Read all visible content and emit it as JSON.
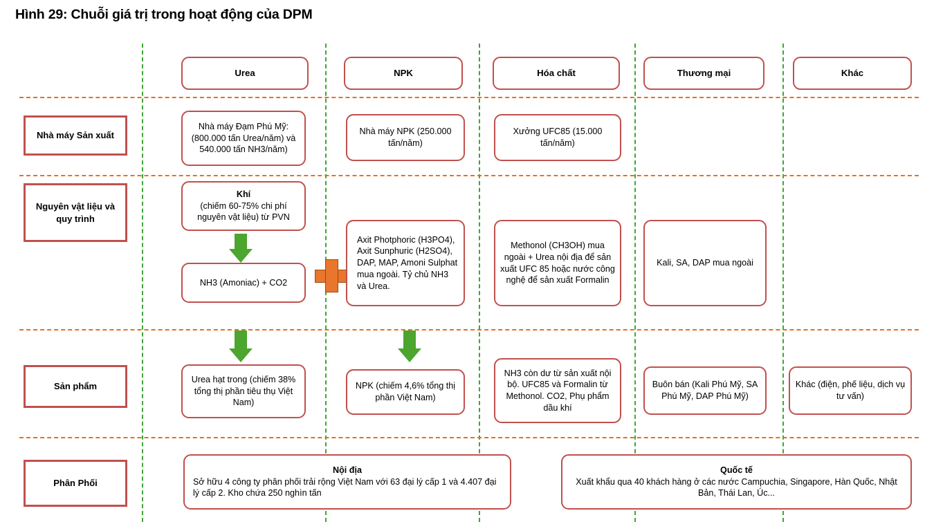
{
  "title": "Hình 29: Chuỗi giá trị trong hoạt động của DPM",
  "colors": {
    "box_border": "#C0504D",
    "vertical_divider": "#3FA535",
    "horizontal_divider": "#E8701A",
    "arrow": "#4CA52E",
    "plus": "#E8762C",
    "background": "#FFFFFF",
    "text": "#000000"
  },
  "columns": [
    {
      "id": "urea",
      "label": "Urea"
    },
    {
      "id": "npk",
      "label": "NPK"
    },
    {
      "id": "hoachat",
      "label": "Hóa chất"
    },
    {
      "id": "thuongmai",
      "label": "Thương mại"
    },
    {
      "id": "khac",
      "label": "Khác"
    }
  ],
  "rows": [
    {
      "id": "nha-may-san-xuat",
      "label": "Nhà máy Sản xuất"
    },
    {
      "id": "nguyen-vat-lieu",
      "label": "Nguyên vật liệu và quy trình"
    },
    {
      "id": "san-pham",
      "label": "Sản phẩm"
    },
    {
      "id": "phan-phoi",
      "label": "Phân Phối"
    }
  ],
  "cells": {
    "manufacturing": {
      "urea": "Nhà máy Đạm Phú Mỹ: (800.000 tấn Urea/năm) và 540.000 tấn NH3/năm)",
      "npk": "Nhà máy NPK (250.000 tấn/năm)",
      "hoachat": "Xưởng UFC85 (15.000 tấn/năm)"
    },
    "materials": {
      "gas_heading": "Khí",
      "gas_body": "(chiếm 60-75% chi phí nguyên vật liệu) từ PVN",
      "nh3": "NH3 (Amoniac) + CO2",
      "npk": "Axit Photphoric (H3PO4), Axit Sunphuric (H2SO4), DAP, MAP, Amoni Sulphat mua ngoài. Tỷ chủ NH3 và Urea.",
      "hoachat": "Methonol (CH3OH) mua ngoài + Urea nội địa để sản xuất UFC 85 hoặc nước công nghệ để sản xuất Formalin",
      "thuongmai": "Kali, SA, DAP mua ngoài"
    },
    "products": {
      "urea": "Urea hạt trong (chiếm 38% tổng thị phần tiêu thụ Việt Nam)",
      "npk": "NPK (chiếm 4,6% tổng thị phần Việt Nam)",
      "hoachat": "NH3 còn dư từ sản xuất nội bộ. UFC85 và Formalin từ Methonol. CO2, Phụ phẩm dầu khí",
      "thuongmai": "Buôn bán (Kali Phú Mỹ, SA Phú Mỹ, DAP Phú Mỹ)",
      "khac": "Khác (điện, phế liệu, dịch vụ tư vấn)"
    },
    "distribution": {
      "domestic_heading": "Nội địa",
      "domestic_body": "Sở hữu 4 công ty phân phối trải rộng Việt Nam với 63 đại lý cấp 1 và 4.407 đại lý cấp 2. Kho chứa 250 nghìn tấn",
      "international_heading": "Quốc tế",
      "international_body": "Xuất khẩu qua 40 khách hàng ở các nước Campuchia, Singapore, Hàn Quốc, Nhật Bản, Thái Lan, Úc..."
    }
  },
  "connectors": {
    "gas_to_nh3_arrow": "down-arrow",
    "urea_to_product_arrow": "down-arrow",
    "npk_to_product_arrow": "down-arrow",
    "combine_plus": "plus-sign"
  }
}
